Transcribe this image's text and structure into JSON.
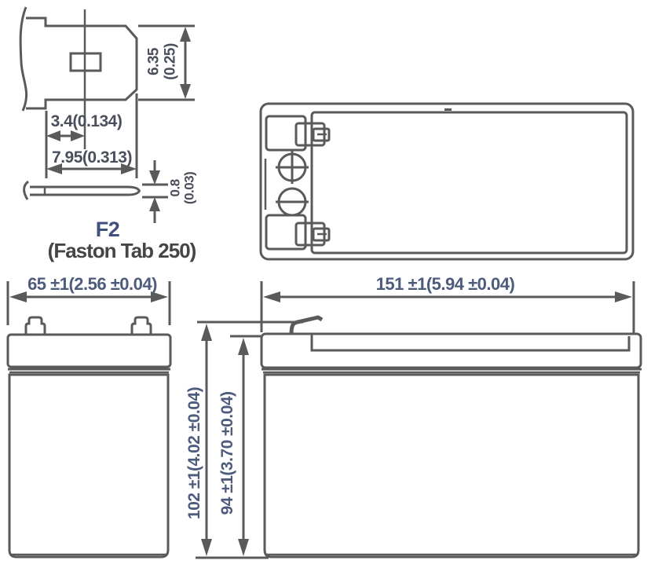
{
  "drawing": {
    "terminal_detail": {
      "code": "F2",
      "name": "(Faston Tab 250)",
      "tab_height_mm": "6.35",
      "tab_height_in": "(0.25)",
      "hole_offset": "3.4(0.134)",
      "tab_width": "7.95(0.313)",
      "thickness_mm": "0.8",
      "thickness_in": "(0.03)"
    },
    "dimensions": {
      "overall_width": "65 ±1(2.56 ±0.04)",
      "overall_length": "151 ±1(5.94 ±0.04)",
      "total_height": "102 ±1(4.02 ±0.04)",
      "container_height": "94 ±1(3.70 ±0.04)"
    },
    "terminal_icons": {
      "positive": "plus-in-circle",
      "negative": "minus-in-circle"
    },
    "colors": {
      "line": "#5a5a5a",
      "dim_text": "#4d5b7c",
      "detail_text": "#4b4f5c",
      "code_text": "#41517c",
      "name_text": "#454545"
    }
  }
}
